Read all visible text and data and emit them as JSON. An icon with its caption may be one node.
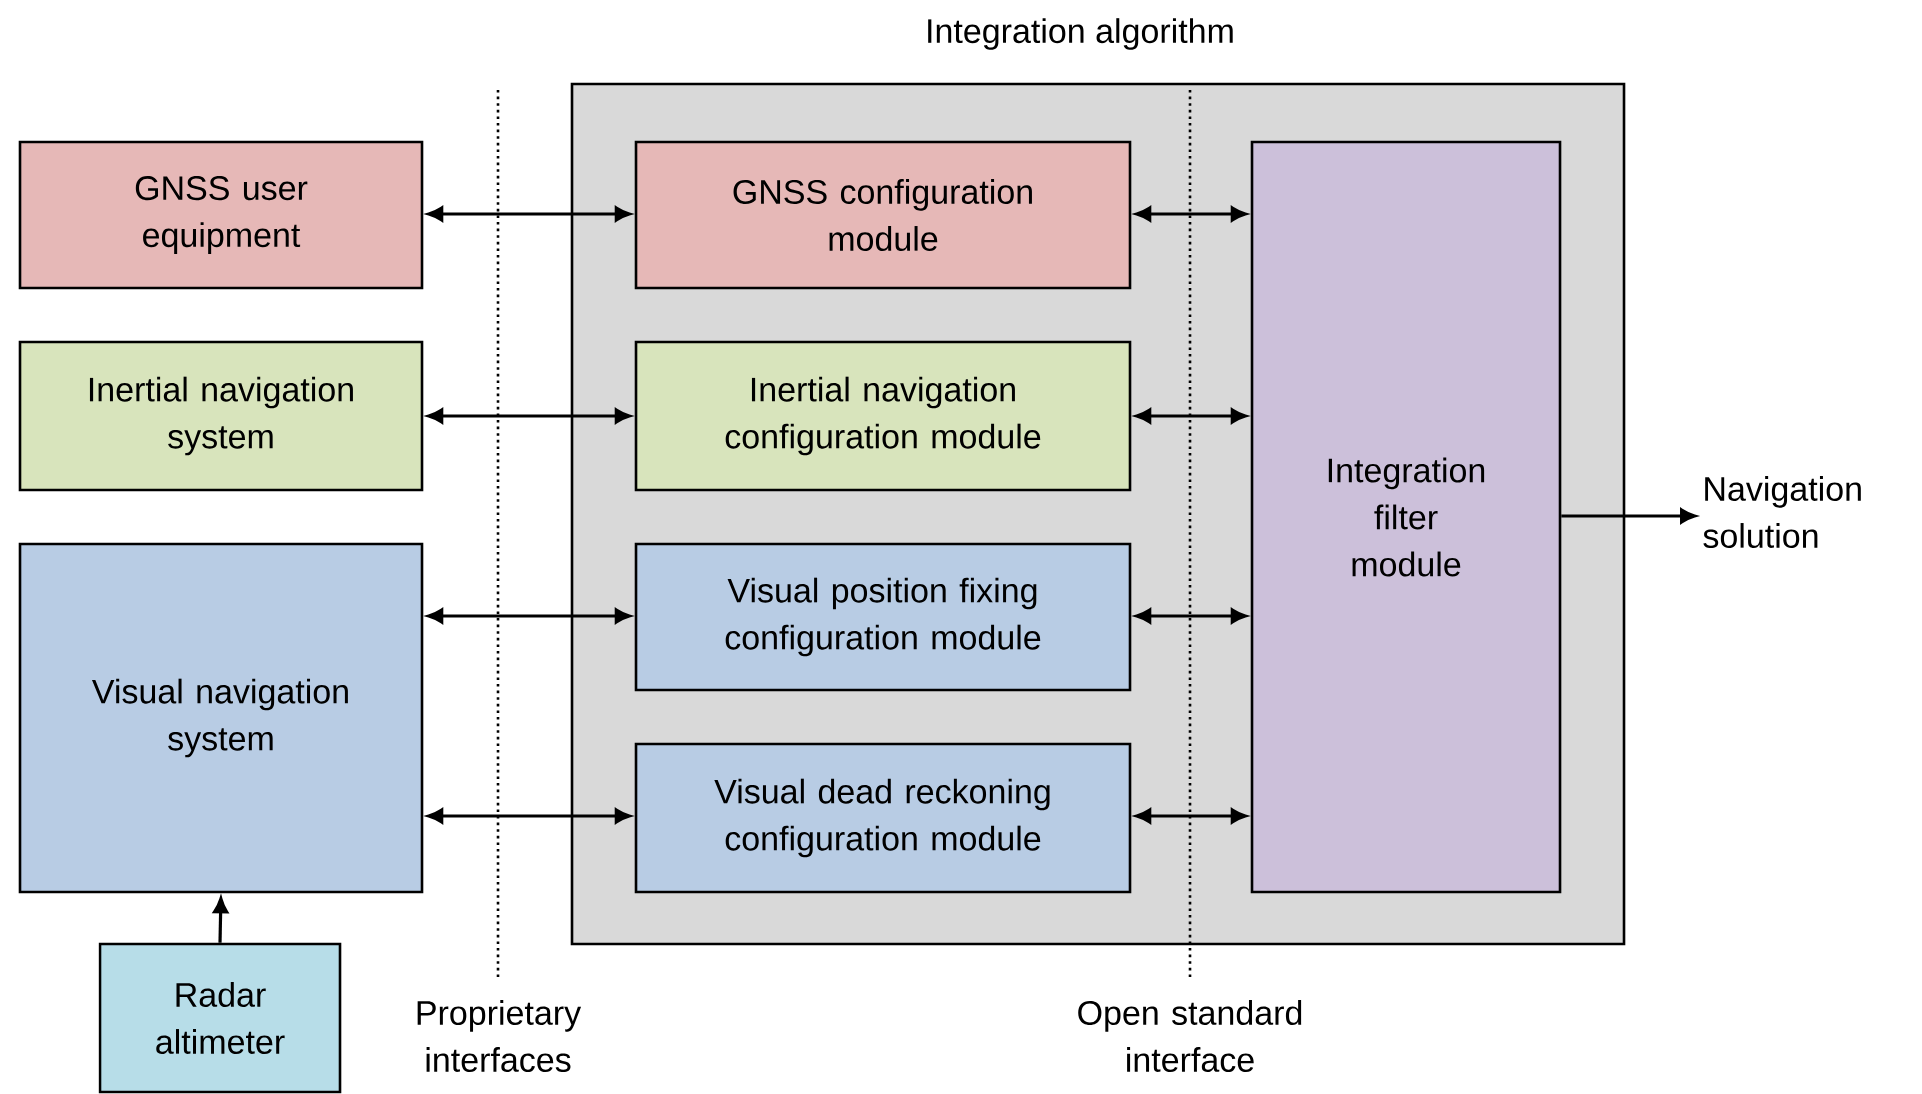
{
  "diagram": {
    "nodes": [
      {
        "text": [
          "Integration algorithm"
        ]
      },
      {
        "text": [
          "GNSS user equipment"
        ]
      },
      {
        "text": [
          "Inertial navigation system"
        ]
      },
      {
        "text": [
          "Visual navigation system"
        ]
      },
      {
        "text": [
          "Radar altimeter"
        ]
      },
      {
        "text": [
          "GNSS configuration module"
        ],
        "in": 0
      },
      {
        "text": [
          "Inertial navigation configuration module"
        ],
        "in": 0
      },
      {
        "text": [
          "Visual position fixing configuration module"
        ],
        "in": 0
      },
      {
        "text": [
          "Visual dead reckoning configuration module"
        ],
        "in": 0
      },
      {
        "text": [
          "Integration filter module"
        ],
        "in": 0
      },
      {
        "text": [
          "Navigation solution"
        ]
      }
    ],
    "edges": [
      {
        "from": 1,
        "to": 5,
        "arrow": "both"
      },
      {
        "from": 2,
        "to": 6,
        "arrow": "both"
      },
      {
        "from": 3,
        "to": 7,
        "arrow": "both"
      },
      {
        "from": 3,
        "to": 8,
        "arrow": "both"
      },
      {
        "from": 5,
        "to": 9,
        "arrow": "both"
      },
      {
        "from": 6,
        "to": 9,
        "arrow": "both"
      },
      {
        "from": 7,
        "to": 9,
        "arrow": "both"
      },
      {
        "from": 8,
        "to": 9,
        "arrow": "both"
      },
      {
        "from": 4,
        "to": 3,
        "arrow": "to"
      },
      {
        "from": 9,
        "to": 10,
        "arrow": "to"
      }
    ],
    "labels": [
      "Proprietary interfaces",
      "Open standard interface"
    ]
  }
}
